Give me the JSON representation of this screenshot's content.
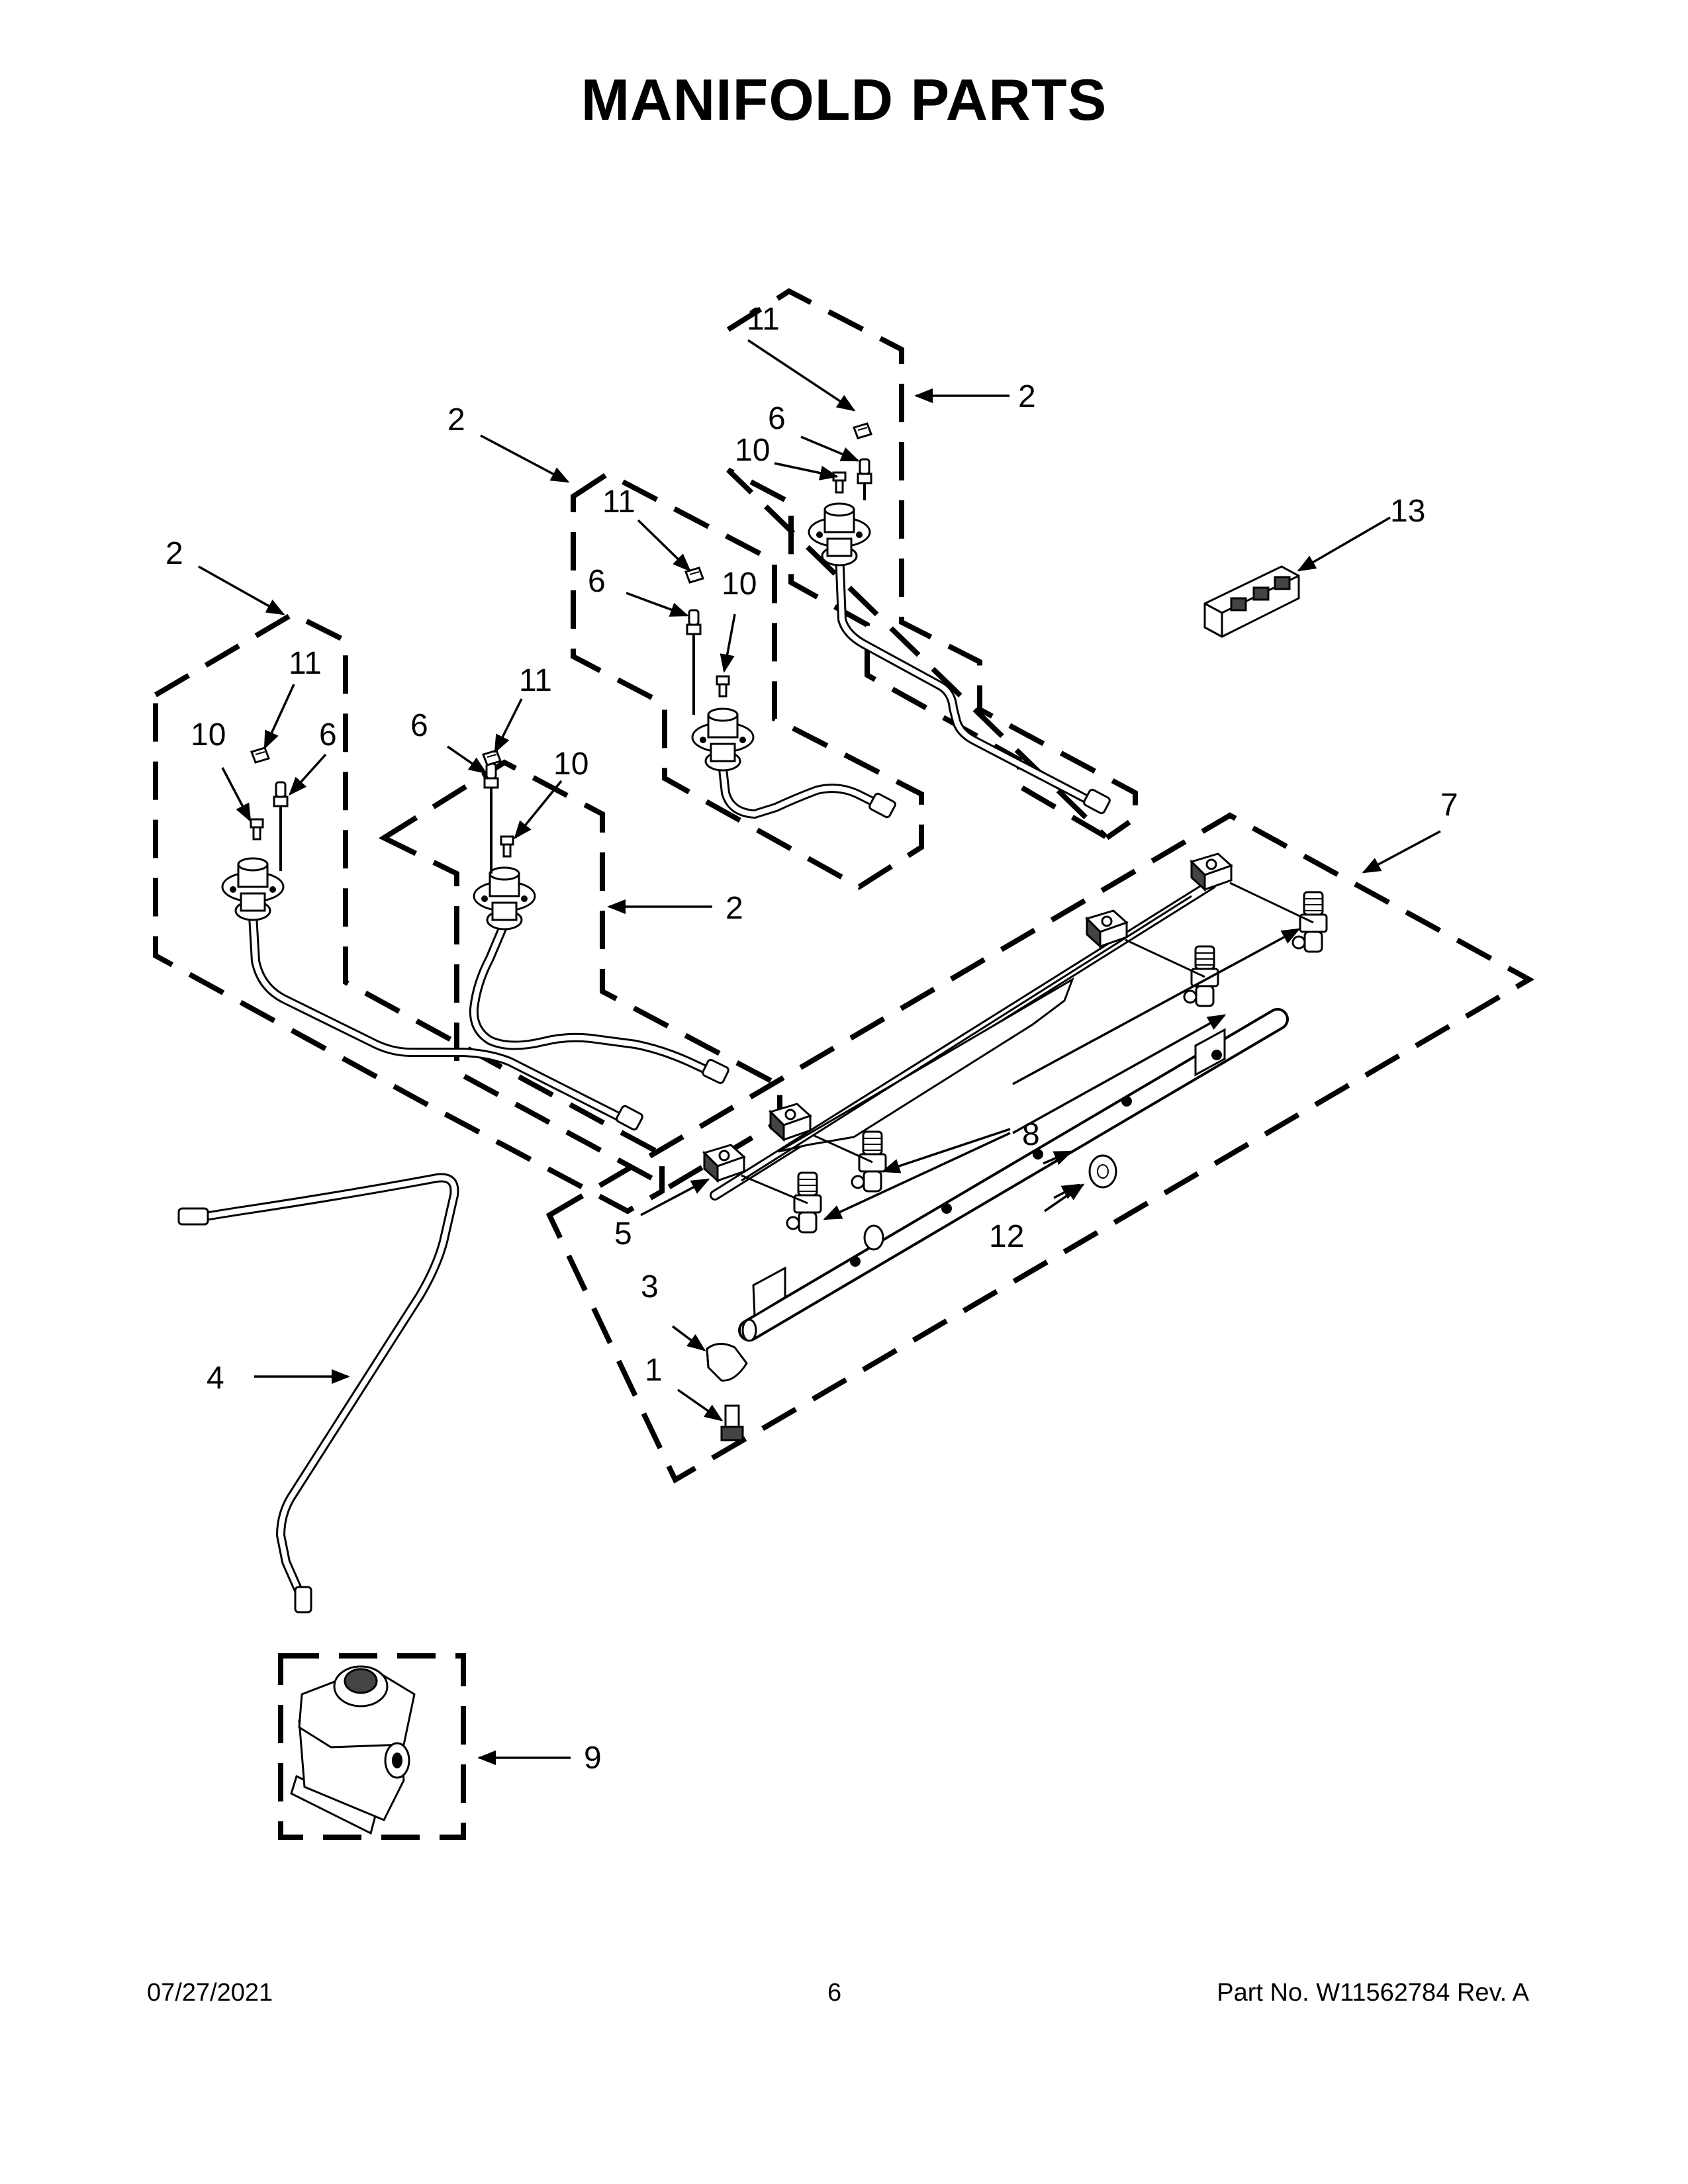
{
  "page": {
    "title": "MANIFOLD PARTS",
    "footer_date": "07/27/2021",
    "footer_page": "6",
    "footer_part": "Part No.  W11562784  Rev.  A"
  },
  "callouts": {
    "c1": "1",
    "c2a": "2",
    "c2b": "2",
    "c2c": "2",
    "c2d": "2",
    "c3": "3",
    "c4": "4",
    "c5": "5",
    "c6a": "6",
    "c6b": "6",
    "c6c": "6",
    "c6d": "6",
    "c7": "7",
    "c8": "8",
    "c9": "9",
    "c10a": "10",
    "c10b": "10",
    "c10c": "10",
    "c10d": "10",
    "c11a": "11",
    "c11b": "11",
    "c11c": "11",
    "c11d": "11",
    "c12": "12",
    "c13": "13"
  }
}
